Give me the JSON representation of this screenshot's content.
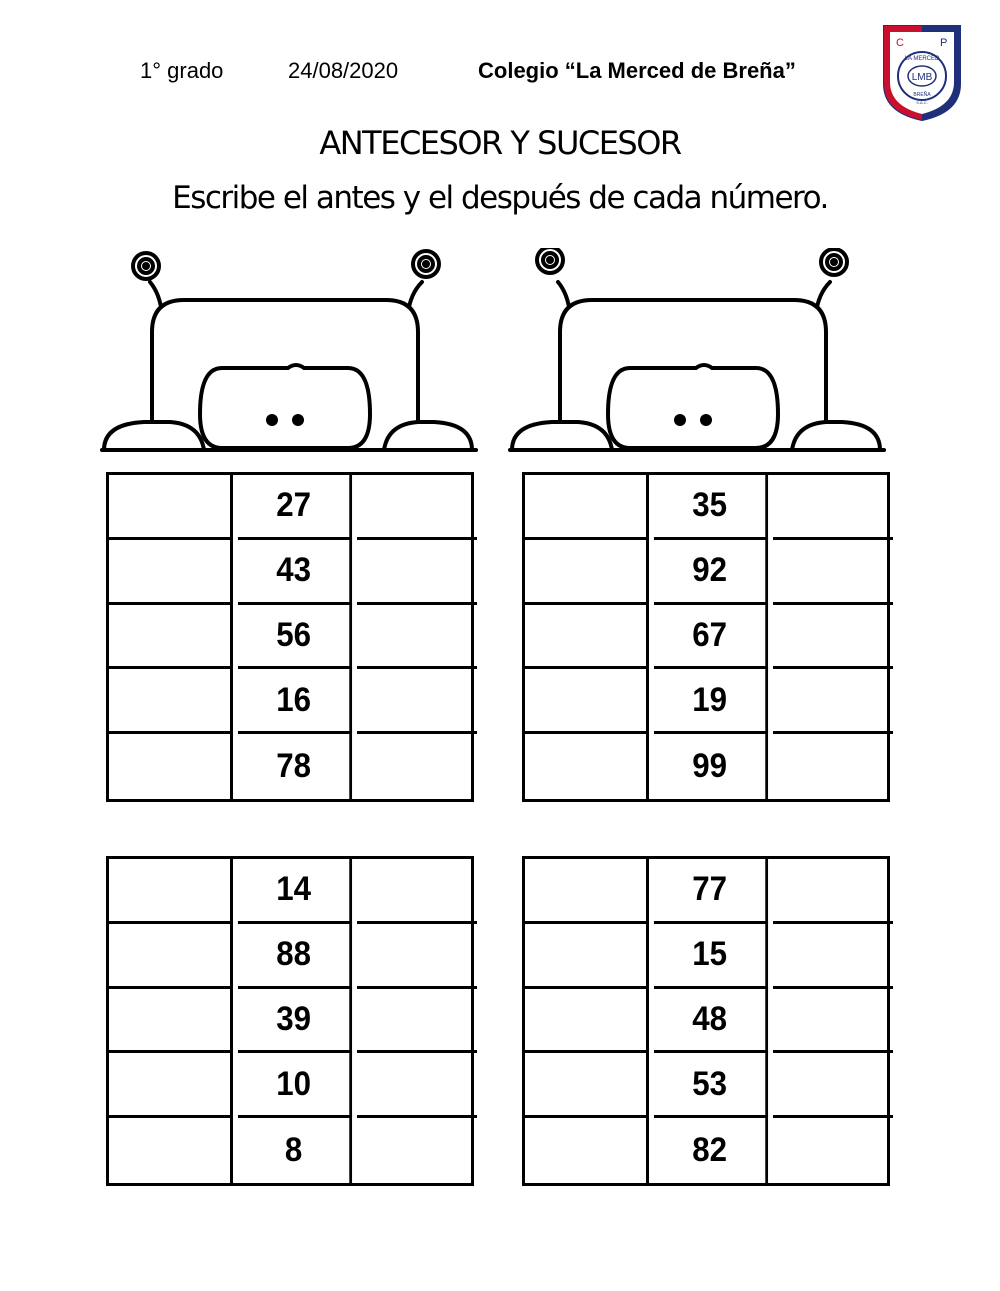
{
  "header": {
    "grade": "1° grado",
    "date": "24/08/2020",
    "school": "Colegio “La Merced de Breña”"
  },
  "logo": {
    "letters_top_left": "C",
    "letters_top_right": "P",
    "arc_text": "LA MERCED",
    "monogram": "LMB",
    "bottom_text": "BREÑA",
    "small_text": "S.A.C.",
    "colors": {
      "red": "#c8102e",
      "blue": "#1f2f7a",
      "white": "#ffffff"
    }
  },
  "title": "ANTECESOR Y SUCESOR",
  "subtitle": "Escribe el antes y el después de cada número.",
  "tables": [
    {
      "numbers": [
        "27",
        "43",
        "56",
        "16",
        "78"
      ]
    },
    {
      "numbers": [
        "35",
        "92",
        "67",
        "19",
        "99"
      ]
    },
    {
      "numbers": [
        "14",
        "88",
        "39",
        "10",
        "8"
      ]
    },
    {
      "numbers": [
        "77",
        "15",
        "48",
        "53",
        "82"
      ]
    }
  ]
}
